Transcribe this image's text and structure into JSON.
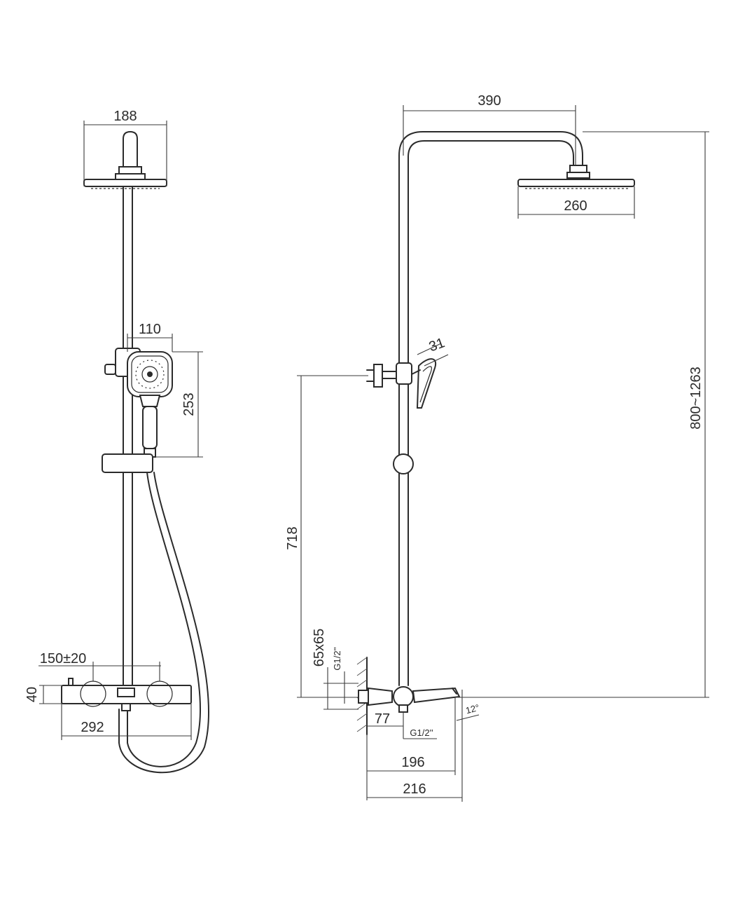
{
  "front_view": {
    "head_width": "188",
    "handshower_width": "110",
    "handshower_length": "253",
    "valve_centers": "150±20",
    "valve_height": "40",
    "valve_length": "292"
  },
  "side_view": {
    "arm_projection": "390",
    "head_diameter": "260",
    "handshower_angle": "31",
    "height_range": "800~1263",
    "bracket_height": "718",
    "wall_plate": "65x65",
    "inlet_thread": "G1/2''",
    "outlet_thread": "G1/2''",
    "valve_offset": "77",
    "spout_angle": "12°",
    "spout_length_196": "196",
    "spout_length_216": "216"
  }
}
